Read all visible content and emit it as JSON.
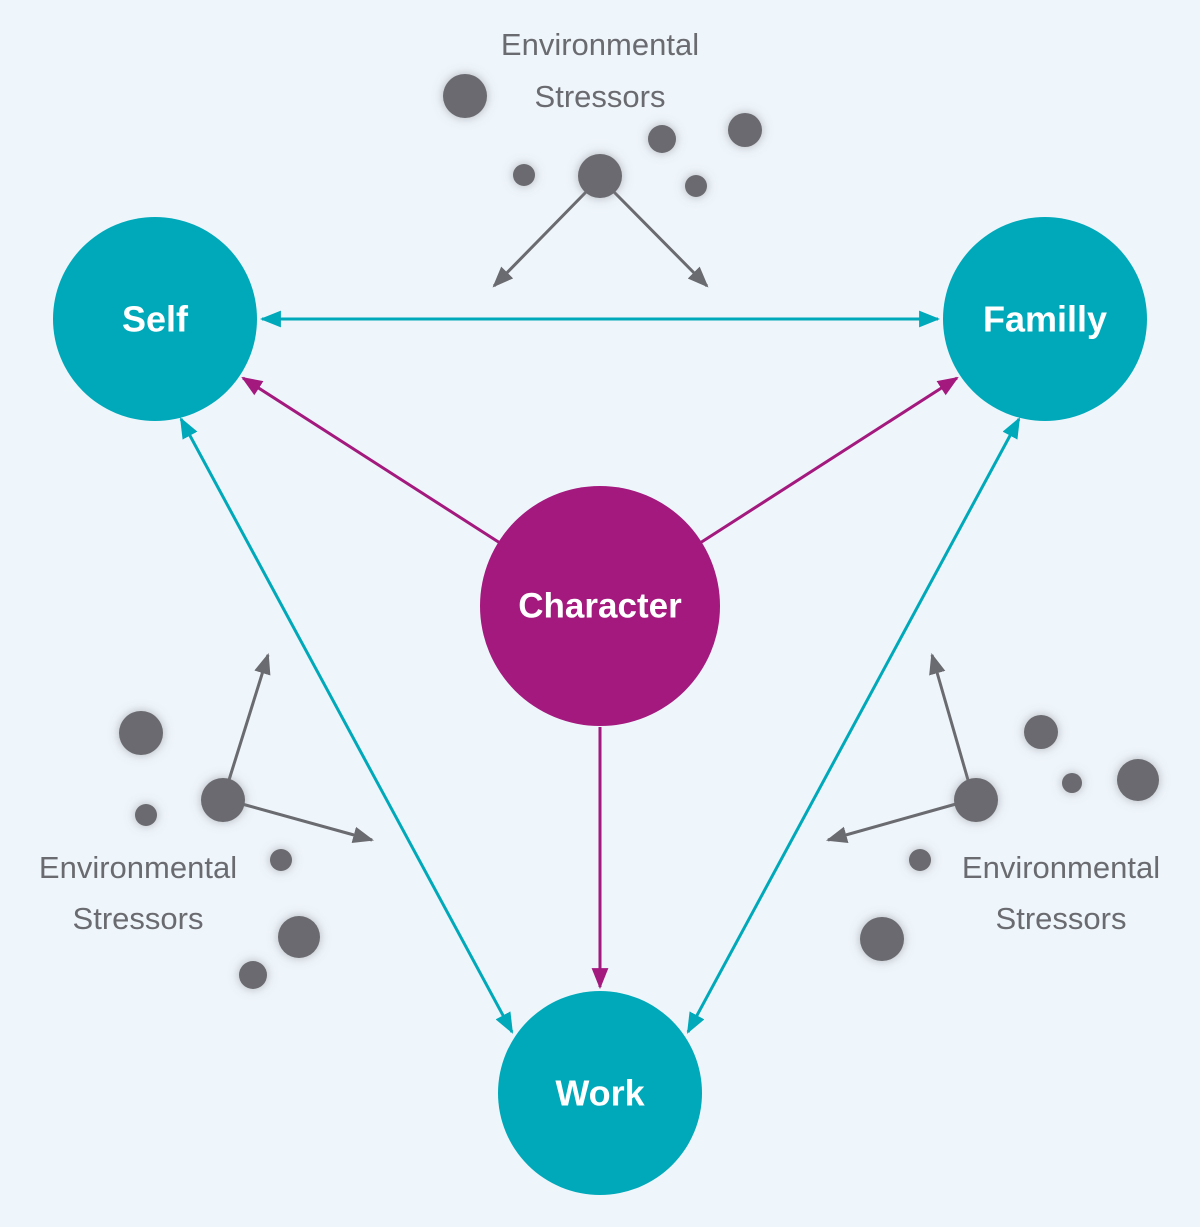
{
  "nodes": {
    "self": "Self",
    "family": "Familly",
    "work": "Work",
    "character": "Character"
  },
  "stressors": {
    "top": {
      "line1": "Environmental",
      "line2": "Stressors"
    },
    "left": {
      "line1": "Environmental",
      "line2": "Stressors"
    },
    "right": {
      "line1": "Environmental",
      "line2": "Stressors"
    }
  },
  "colors": {
    "background": "#eef5fb",
    "teal": "#00a9b9",
    "magenta": "#a3197e",
    "stressor_gray": "#6a6b70"
  }
}
